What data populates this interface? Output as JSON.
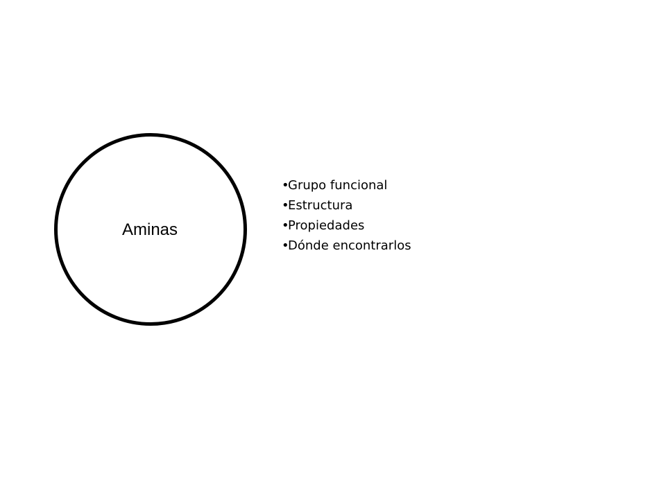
{
  "diagram": {
    "center_label": "Aminas",
    "bullet_symbol": "•",
    "bullets": [
      "Grupo funcional",
      "Estructura",
      "Propiedades",
      "Dónde encontrarlos"
    ]
  },
  "colors": {
    "background": "#ffffff",
    "stroke": "#000000",
    "text": "#000000"
  }
}
